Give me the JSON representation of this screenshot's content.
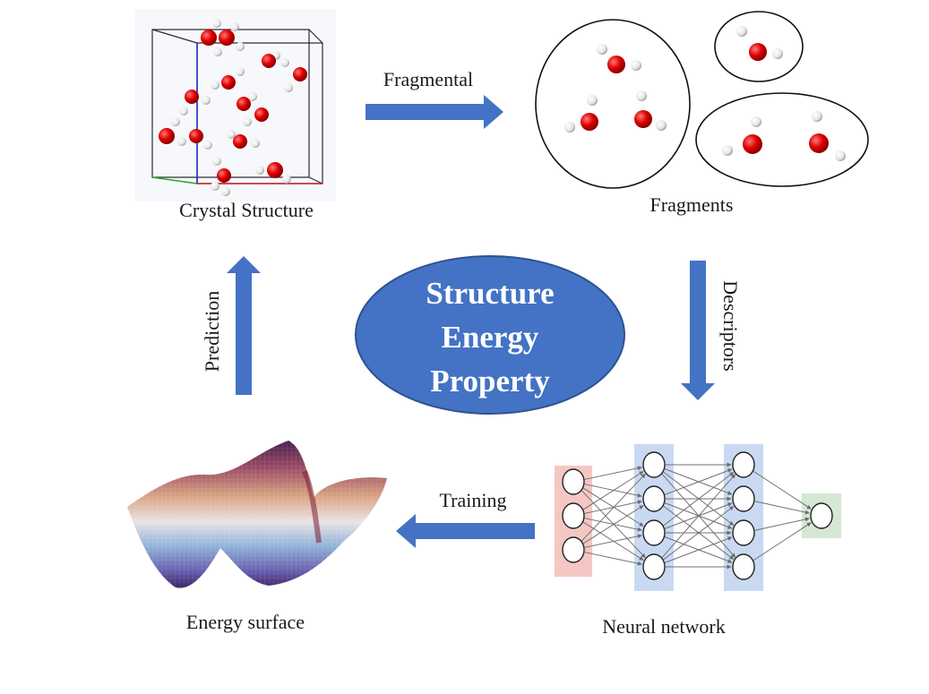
{
  "labels": {
    "crystal_structure": "Crystal Structure",
    "fragments": "Fragments",
    "fragmental": "Fragmental",
    "descriptors": "Descriptors",
    "training": "Training",
    "prediction": "Prediction",
    "energy_surface": "Energy surface",
    "neural_network": "Neural network"
  },
  "center": {
    "line1": "Structure",
    "line2": "Energy",
    "line3": "Property"
  },
  "colors": {
    "arrow_blue": "#4472C4",
    "ellipse_blue": "#4472C4",
    "oxygen_red": "#E00000",
    "hydrogen_white": "#F2F2F2",
    "input_layer_pink": "#F4C7C3",
    "hidden_layer_blue": "#C9D9F2",
    "output_layer_green": "#D5E8D4"
  },
  "neural_network": {
    "layers": [
      3,
      4,
      4,
      1
    ]
  }
}
